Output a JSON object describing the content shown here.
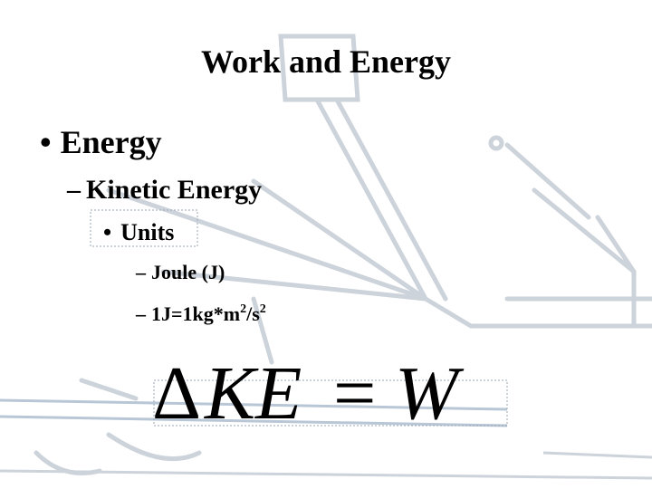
{
  "slide": {
    "title": "Work and Energy",
    "level1": {
      "bullet": "•",
      "text": "Energy"
    },
    "level2": {
      "bullet": "–",
      "text": "Kinetic Energy"
    },
    "level3": {
      "bullet": "•",
      "text": "Units"
    },
    "level4": [
      {
        "bullet": "–",
        "text": "Joule (J)"
      },
      {
        "bullet": "–",
        "base": "1J=1kg*m",
        "exp1": "2",
        "mid": "/s",
        "exp2": "2"
      }
    ],
    "equation": {
      "delta": "Δ",
      "lhs": "KE",
      "equals": "=",
      "rhs": "W"
    }
  },
  "colors": {
    "text": "#000000",
    "watermark": "#cdd3da",
    "watermark_line": "#b8c6d6"
  }
}
